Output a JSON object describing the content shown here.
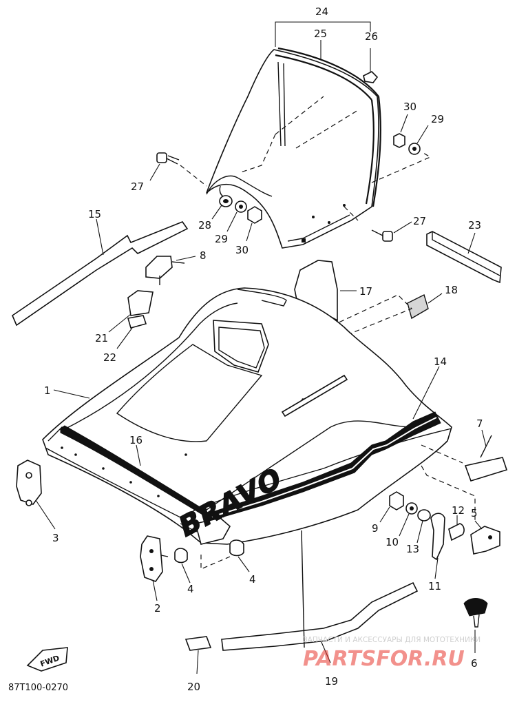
{
  "diagram": {
    "code": "87T100-0270",
    "brand_text": "BRAVO",
    "fwd_text": "FWD",
    "watermark_line1": "ЗАПЧАСТИ И АКСЕССУАРЫ ДЛЯ МОТОТЕХНИКИ",
    "watermark_line2": "PARTSFOR.RU",
    "accent_color": "#e8382f",
    "labels": {
      "p1": "1",
      "p2": "2",
      "p3": "3",
      "p4a": "4",
      "p4b": "4",
      "p5": "5",
      "p6": "6",
      "p7": "7",
      "p8": "8",
      "p9": "9",
      "p10": "10",
      "p11": "11",
      "p12": "12",
      "p13": "13",
      "p14": "14",
      "p15": "15",
      "p16": "16",
      "p17": "17",
      "p18": "18",
      "p19": "19",
      "p20": "20",
      "p21": "21",
      "p22": "22",
      "p23": "23",
      "p24": "24",
      "p25": "25",
      "p26": "26",
      "p27a": "27",
      "p27b": "27",
      "p28": "28",
      "p29a": "29",
      "p29b": "29",
      "p30a": "30",
      "p30b": "30"
    }
  }
}
